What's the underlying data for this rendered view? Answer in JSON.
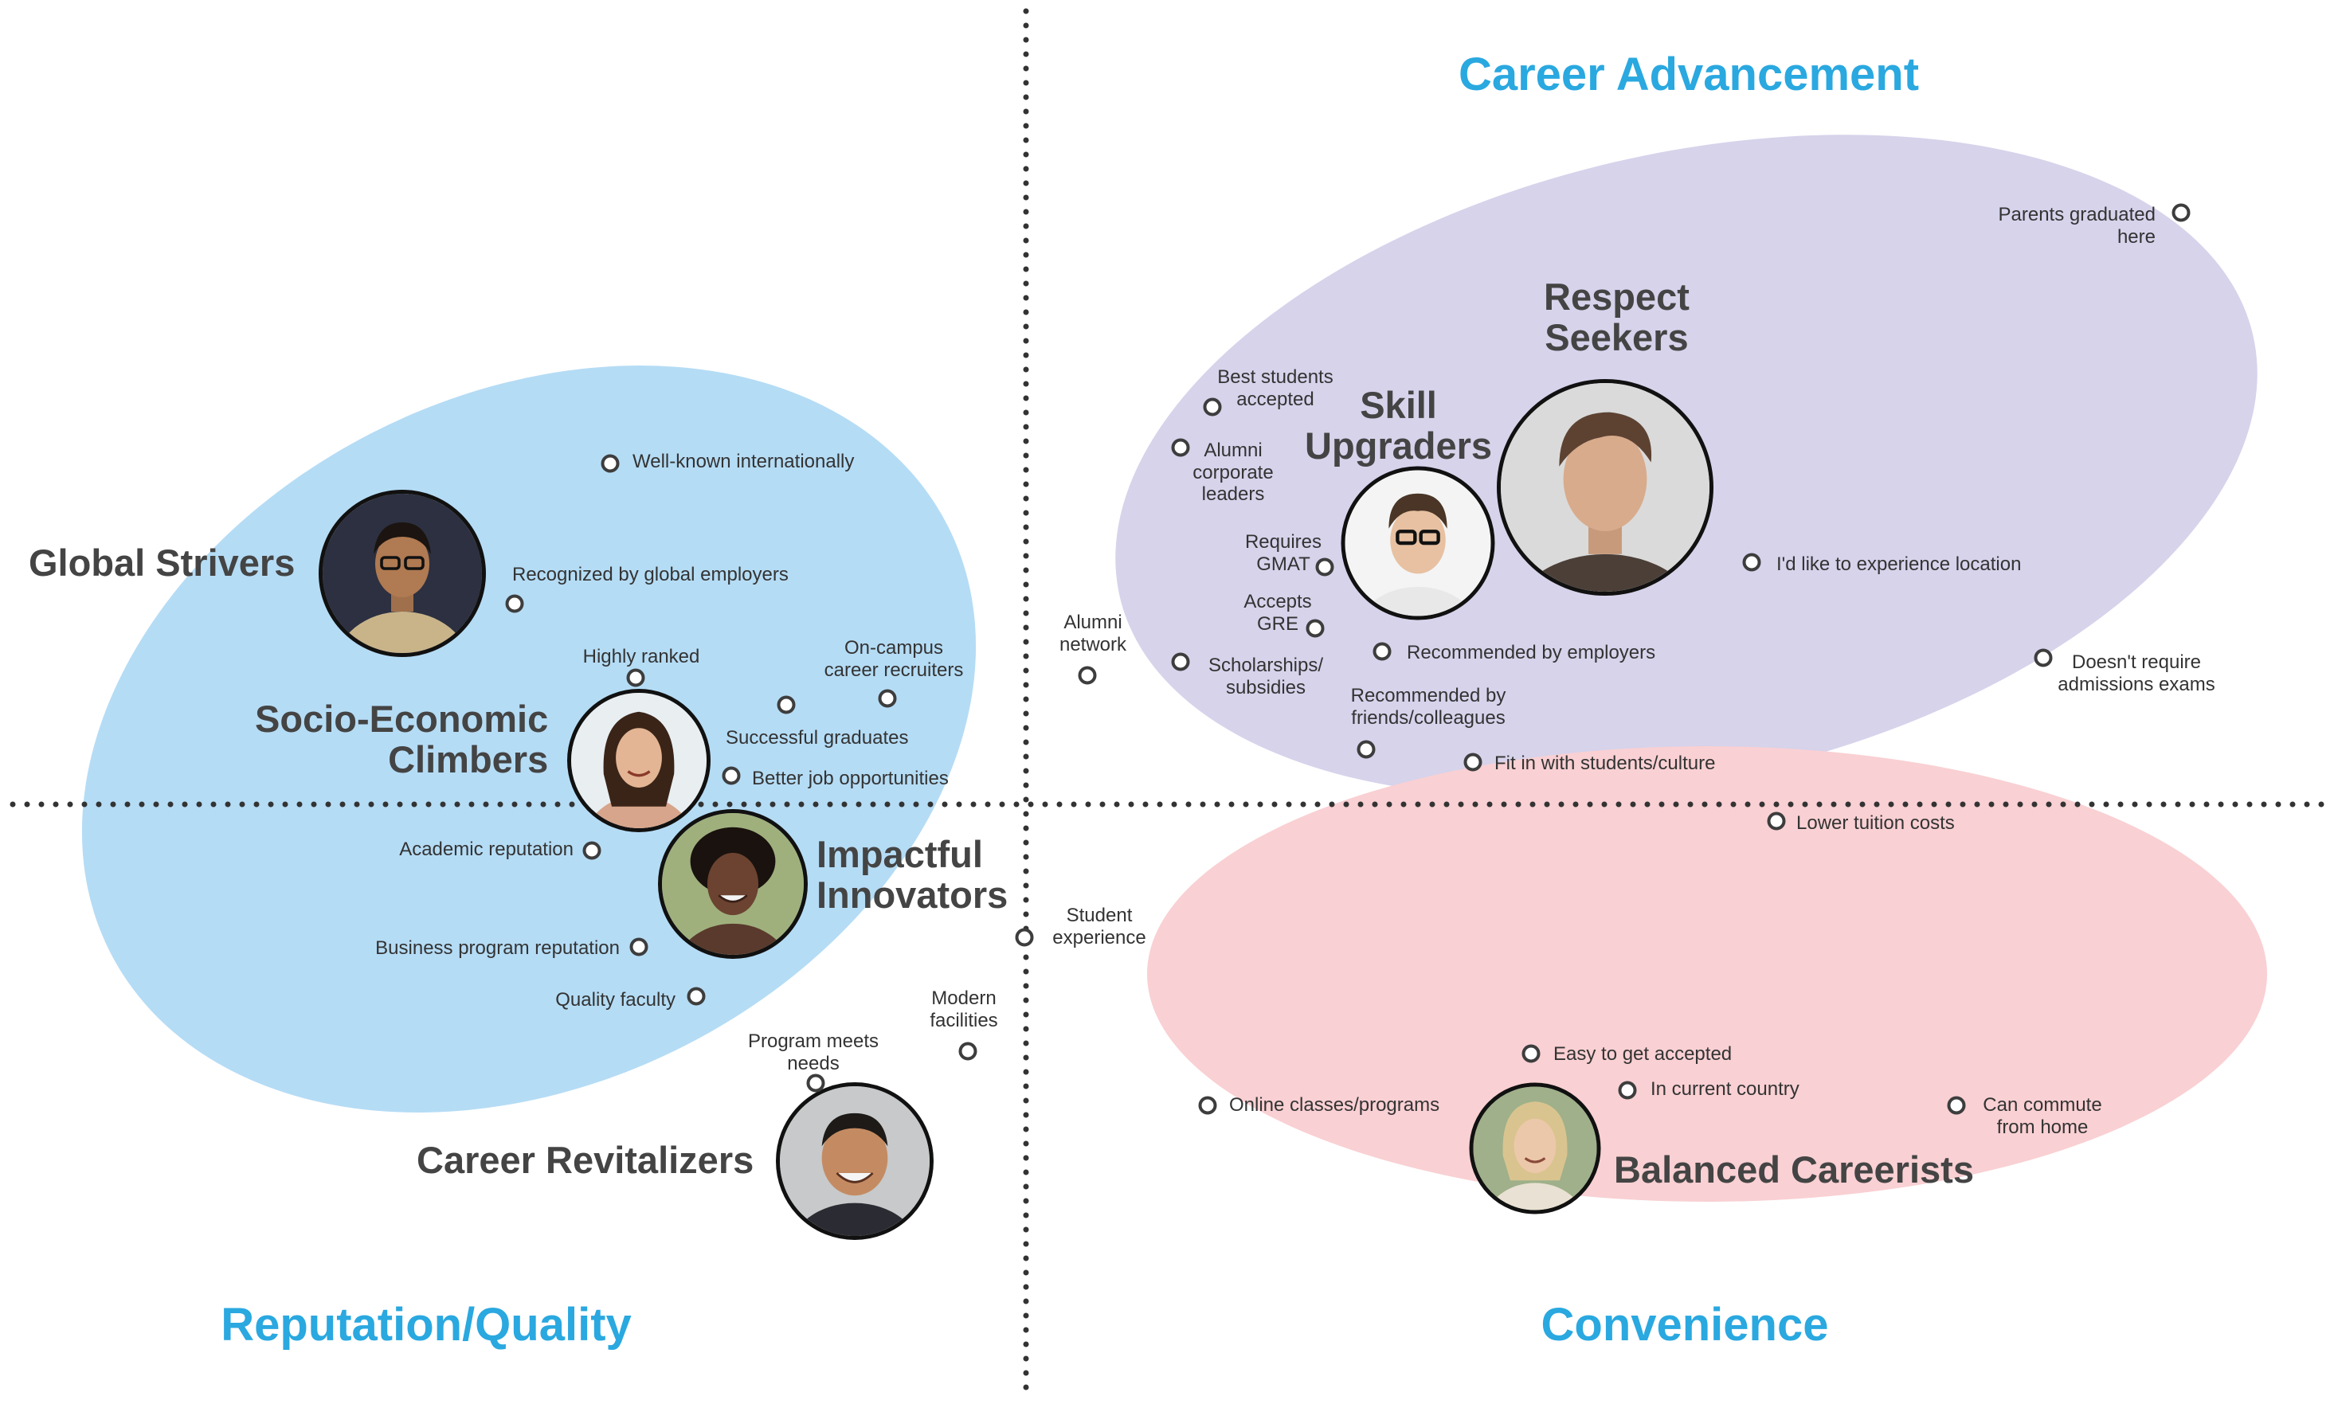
{
  "quadrants": {
    "career_advancement": "Career Advancement",
    "reputation_quality": "Reputation/Quality",
    "convenience": "Convenience"
  },
  "segments": {
    "global_strivers": "Global Strivers",
    "socio_economic_climbers": "Socio-Economic\nClimbers",
    "impactful_innovators": "Impactful\nInnovators",
    "career_revitalizers": "Career Revitalizers",
    "respect_seekers": "Respect\nSeekers",
    "skill_upgraders": "Skill\nUpgraders",
    "balanced_careerists": "Balanced Careerists"
  },
  "factors": {
    "parents_graduated_here": "Parents graduated here",
    "best_students_accepted": "Best students\naccepted",
    "alumni_corporate_leaders": "Alumni\ncorporate\nleaders",
    "requires_gmat": "Requires\nGMAT",
    "accepts_gre": "Accepts\nGRE",
    "alumni_network": "Alumni\nnetwork",
    "scholarships_subsidies": "Scholarships/\nsubsidies",
    "recommended_by_employers": "Recommended by employers",
    "recommended_by_friends": "Recommended by\nfriends/colleagues",
    "experience_location": "I'd like to experience location",
    "doesnt_require_exams": "Doesn't require\nadmissions exams",
    "fit_in": "Fit in with students/culture",
    "lower_tuition": "Lower tuition costs",
    "well_known": "Well-known internationally",
    "recognized_global": "Recognized by global employers",
    "highly_ranked": "Highly ranked",
    "on_campus_recruiters": "On-campus\ncareer recruiters",
    "successful_graduates": "Successful graduates",
    "better_job": "Better job opportunities",
    "academic_reputation": "Academic reputation",
    "business_program_reputation": "Business program reputation",
    "quality_faculty": "Quality faculty",
    "student_experience": "Student\nexperience",
    "modern_facilities": "Modern\nfacilities",
    "program_meets_needs": "Program meets\nneeds",
    "easy_to_get_accepted": "Easy to get accepted",
    "in_current_country": "In current country",
    "online_classes": "Online classes/programs",
    "can_commute": "Can commute\nfrom home"
  },
  "colors": {
    "title": "#2aa8e0",
    "reputation_cluster": "#b5dcf5",
    "career_cluster": "#d6d3eb",
    "convenience_cluster": "#f9d0d3",
    "axis": "#333333",
    "dot_border": "#3d3d3d"
  },
  "icons": {
    "avatar": "person-photo-icon",
    "factor_marker": "circle-marker-icon"
  }
}
